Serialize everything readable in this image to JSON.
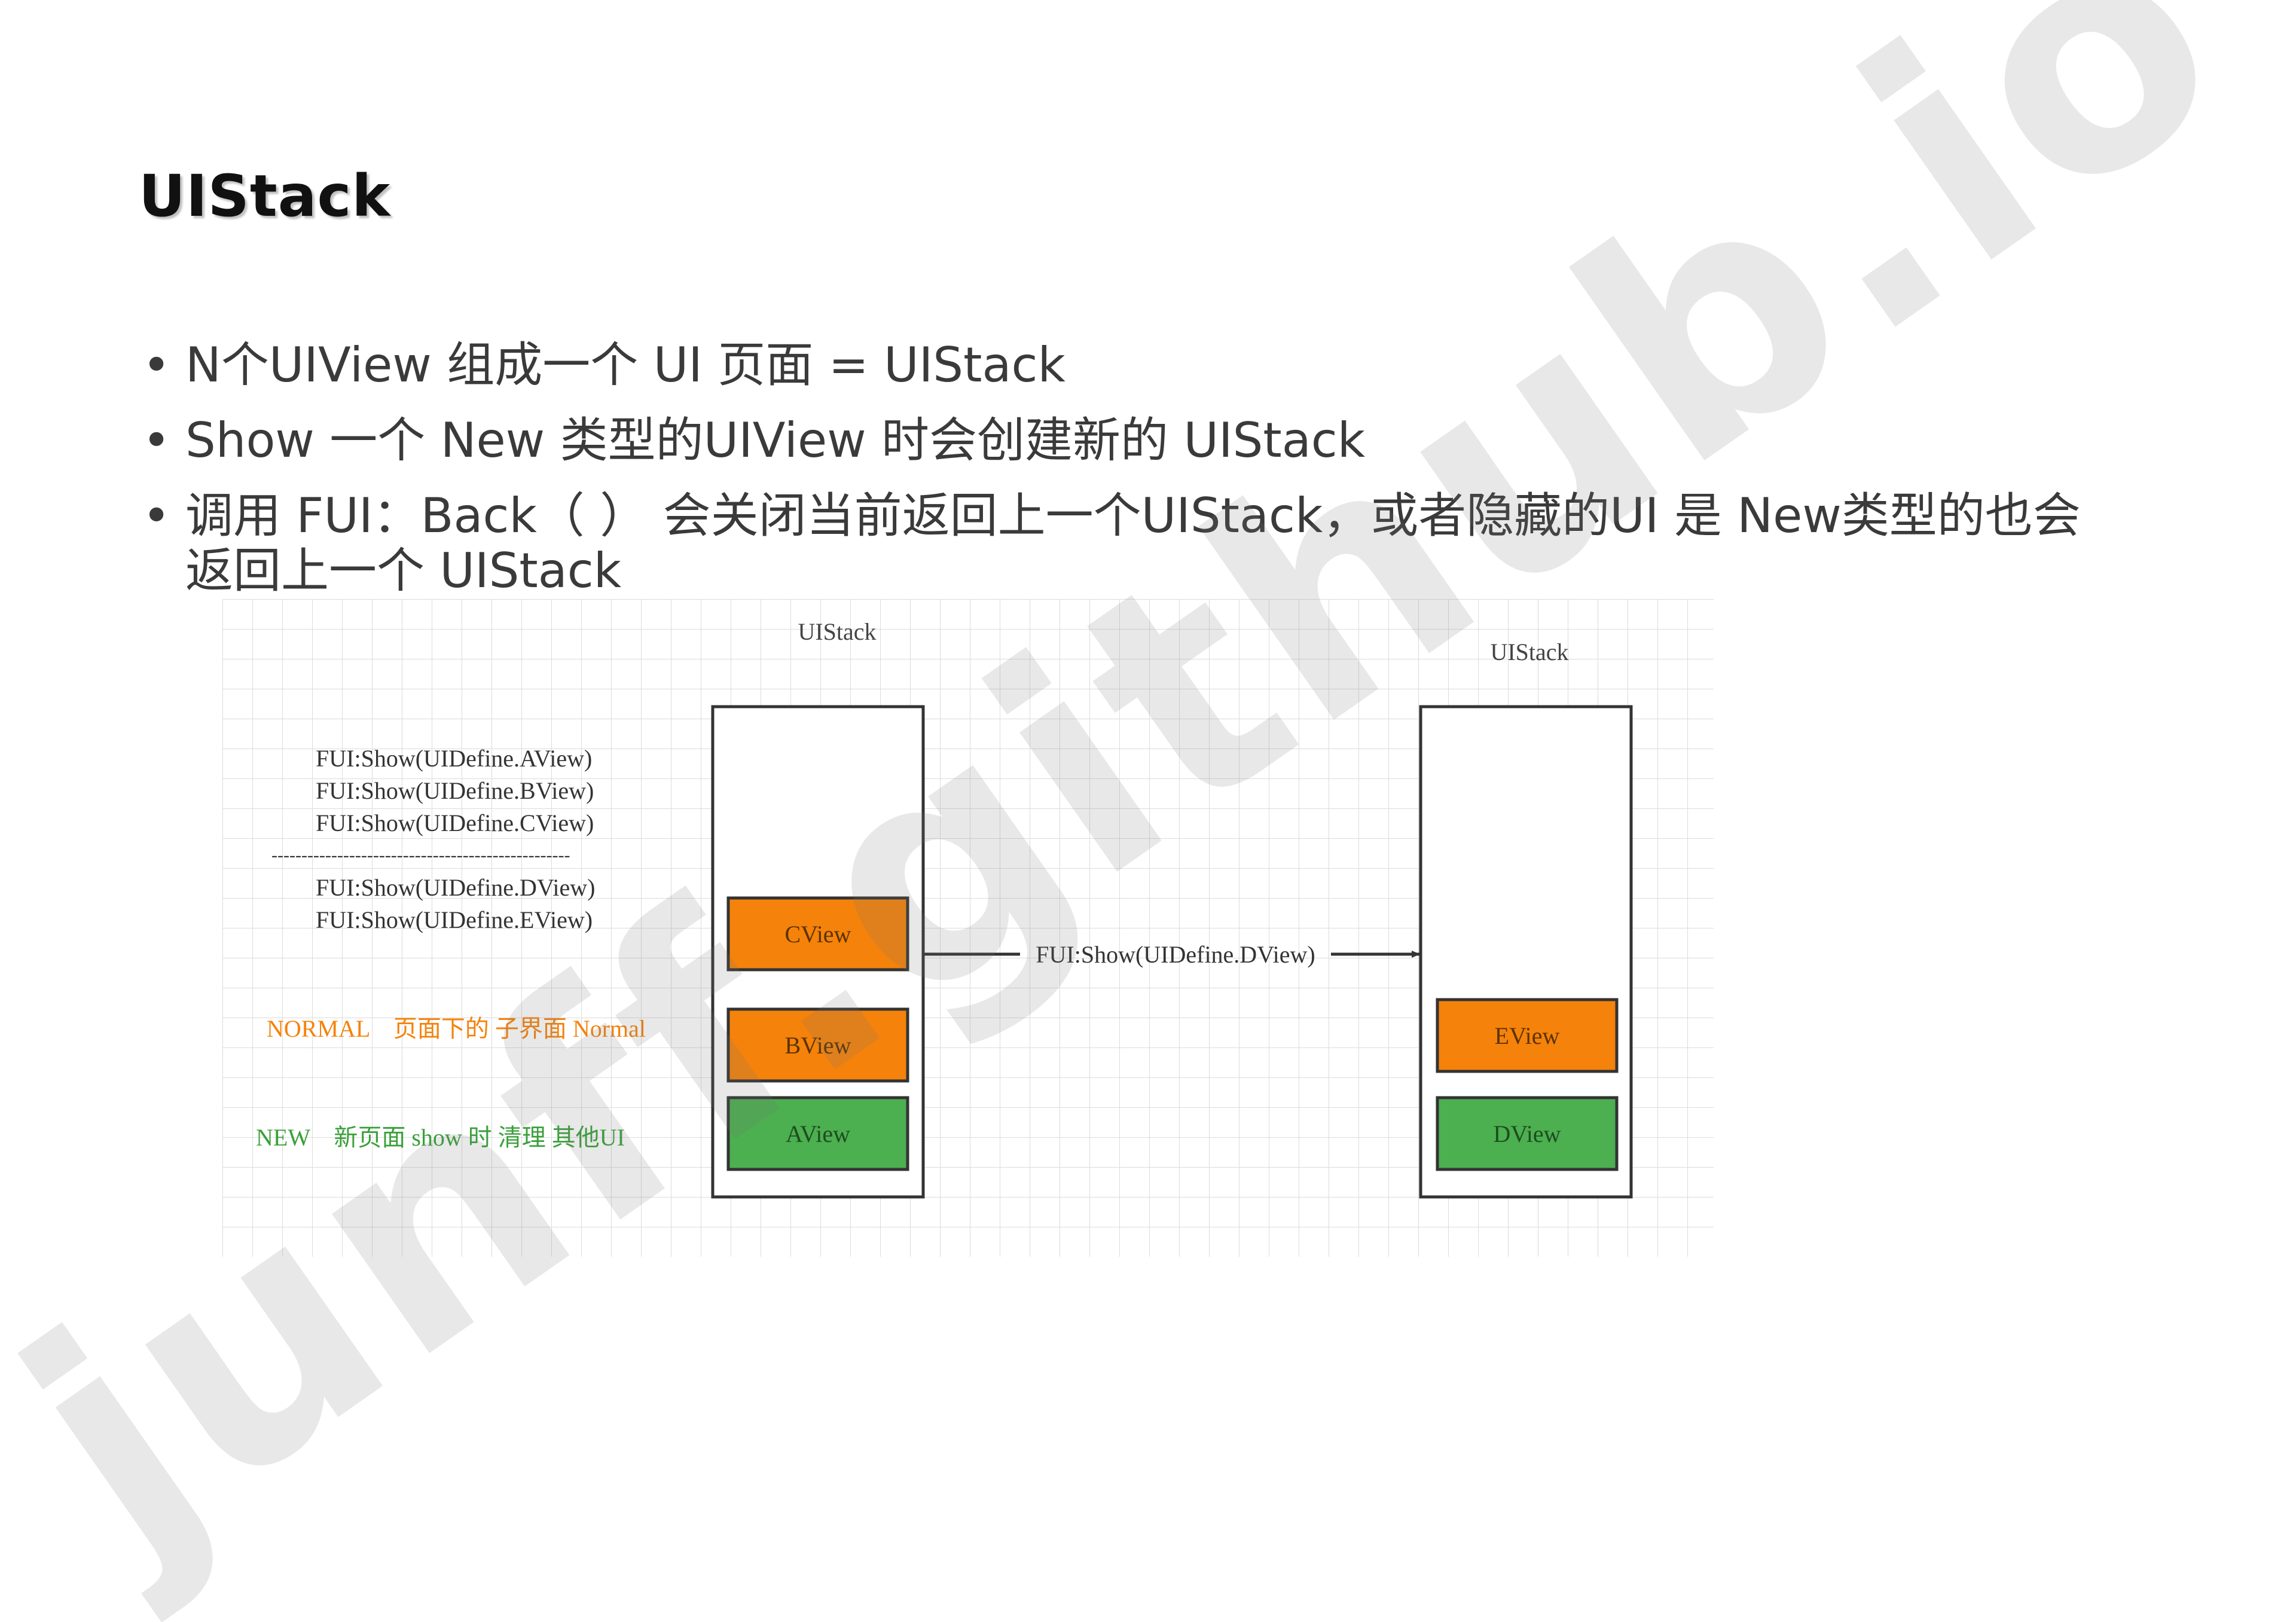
{
  "slide": {
    "title": "UIStack",
    "bullets": [
      "N个UIView 组成一个 UI 页面 = UIStack",
      "Show 一个 New 类型的UIView 时会创建新的 UIStack",
      "调用 FUI：Back（ ） 会关闭当前返回上一个UIStack，或者隐藏的UI 是 New类型的也会",
      "返回上一个 UIStack"
    ],
    "bullet_symbol": "•"
  },
  "diagram": {
    "stack_left_label": "UIStack",
    "stack_right_label": "UIStack",
    "code_lines_top": [
      "FUI:Show(UIDefine.AView)",
      "FUI:Show(UIDefine.BView)",
      "FUI:Show(UIDefine.CView)"
    ],
    "separator": "--------------------------------------------------",
    "code_lines_bottom": [
      "FUI:Show(UIDefine.DView)",
      "FUI:Show(UIDefine.EView)"
    ],
    "legend_normal": "NORMAL    页面下的 子界面 Normal",
    "legend_new": "NEW    新页面 show 时 清理 其他UI",
    "arrow_label": "FUI:Show(UIDefine.DView)",
    "left_views": [
      "CView",
      "BView",
      "AView"
    ],
    "right_views": [
      "EView",
      "DView"
    ],
    "colors": {
      "normal": "#f5820b",
      "new": "#4caf50",
      "normal_text": "#f5820b",
      "new_text": "#3aa03a",
      "grid": "#dcdcdc",
      "box_border": "#333333"
    }
  },
  "watermark": "junff.github.io"
}
